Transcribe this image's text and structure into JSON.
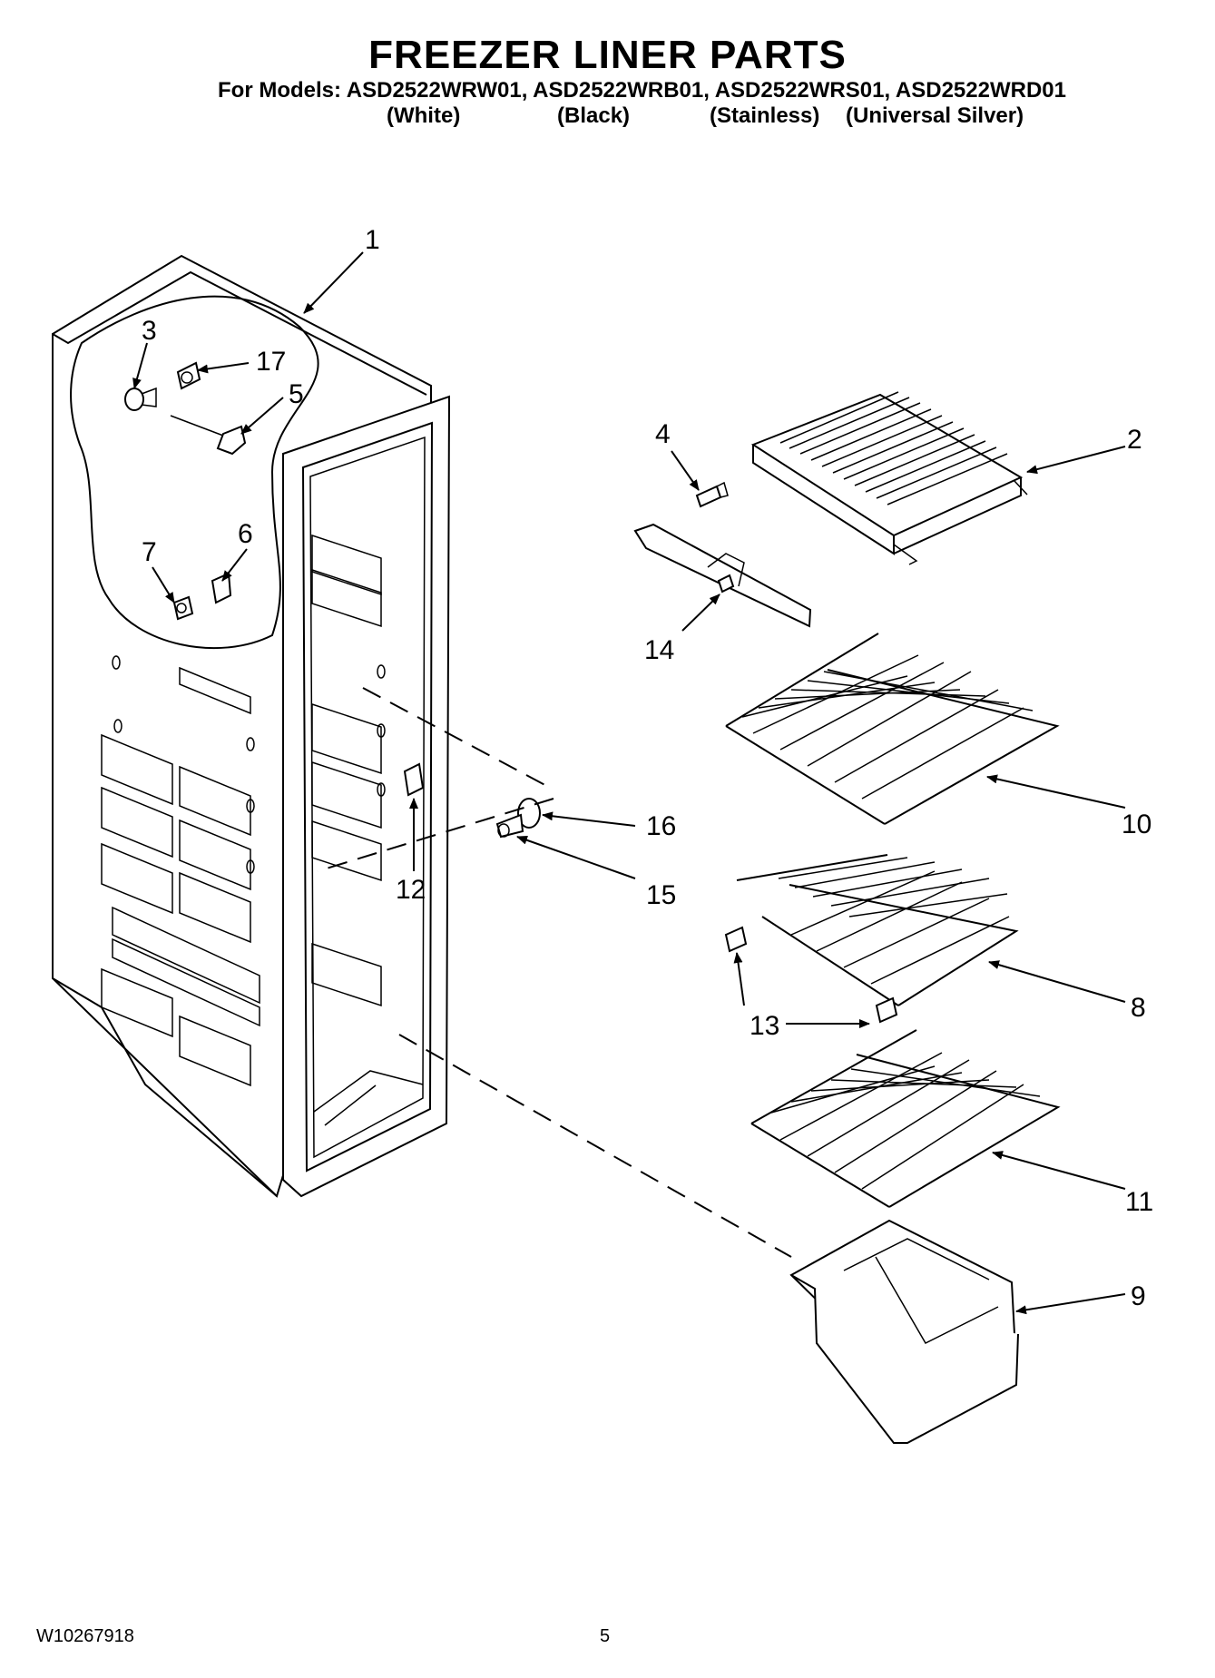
{
  "header": {
    "title": "FREEZER LINER PARTS",
    "models_line": "For Models: ASD2522WRW01, ASD2522WRB01, ASD2522WRS01, ASD2522WRD01",
    "variants": [
      "(White)",
      "(Black)",
      "(Stainless)",
      "(Universal Silver)"
    ]
  },
  "callouts": [
    "1",
    "2",
    "3",
    "4",
    "5",
    "6",
    "7",
    "8",
    "9",
    "10",
    "11",
    "12",
    "13",
    "13",
    "14",
    "15",
    "16",
    "17"
  ],
  "footer": {
    "doc_number": "W10267918",
    "page_number": "5"
  }
}
